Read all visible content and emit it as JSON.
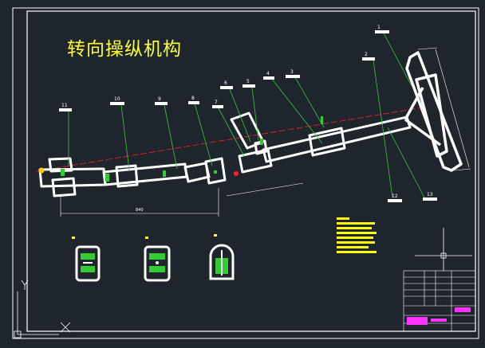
{
  "drawing": {
    "title": "转向操纵机构",
    "colors": {
      "background": "#1f252d",
      "frame": "#ffffff",
      "part": "#ffffff",
      "leader": "#33cc33",
      "centerline": "#ff2222",
      "title": "#ffff33",
      "notes": "#ffff00",
      "titleblock_accent": "#ff33ff"
    },
    "callouts": [
      "1",
      "2",
      "3",
      "4",
      "5",
      "6",
      "7",
      "8",
      "9",
      "10",
      "11",
      "12",
      "13"
    ],
    "dimension_values": [
      "840"
    ],
    "icons": [
      "ucs-axis-icon",
      "crosshair-icon",
      "cross-mark-icon"
    ]
  }
}
